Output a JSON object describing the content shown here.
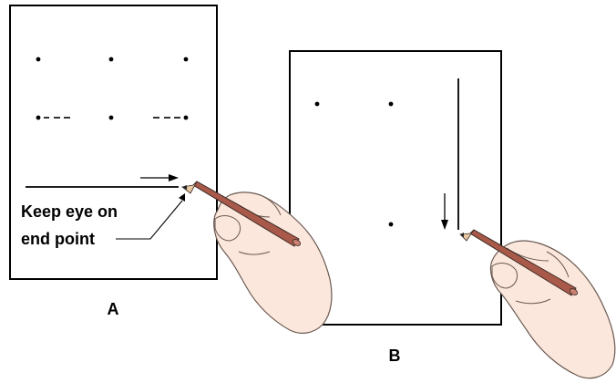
{
  "figure": {
    "panel_a": {
      "label": "A",
      "annotation_line1": "Keep eye on",
      "annotation_line2": "end point"
    },
    "panel_b": {
      "label": "B"
    }
  },
  "colors": {
    "paper": "#ffffff",
    "ink": "#000000",
    "skin": "#fbe7dc",
    "skin_outline": "#6b5a52",
    "pencil_wood": "#a9594a",
    "pencil_tip": "#e8c8a2"
  }
}
